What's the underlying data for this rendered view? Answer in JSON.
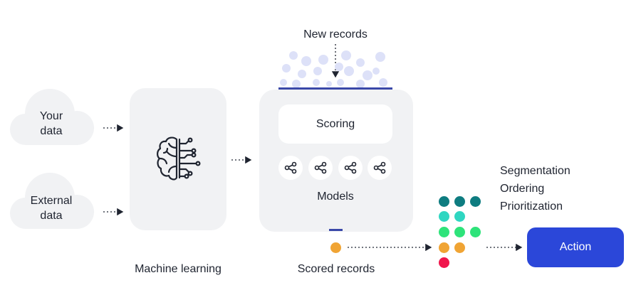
{
  "inputs": {
    "your_data": "Your\ndata",
    "external_data": "External\ndata"
  },
  "ml": {
    "label": "Machine learning",
    "icon": "brain-circuit-icon"
  },
  "new_records": {
    "label": "New records"
  },
  "scoring": {
    "box_label": "Scoring",
    "models_label": "Models",
    "icon": "share-icon"
  },
  "scored": {
    "label": "Scored records"
  },
  "outcomes": [
    "Segmentation",
    "Ordering",
    "Prioritization"
  ],
  "action": {
    "label": "Action"
  },
  "colors": {
    "card": "#f1f2f4",
    "accent_blue": "#3a48a8",
    "action_button": "#2b47d9",
    "bubble": "#dde1f8",
    "orange": "#f0a434",
    "teal_dark": "#0e7c80",
    "teal_light": "#2fd6c1",
    "green": "#2ee37a",
    "red": "#f0164c"
  }
}
